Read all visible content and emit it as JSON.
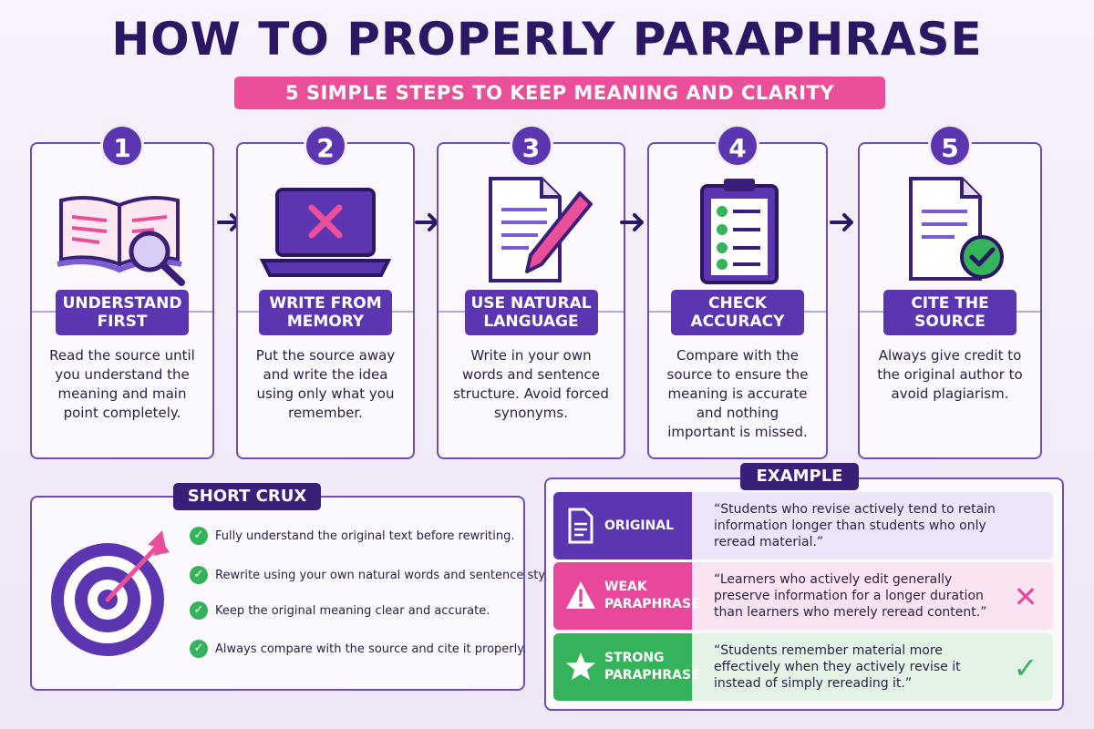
{
  "title": "HOW TO PROPERLY PARAPHRASE",
  "subtitle": "5 SIMPLE STEPS TO KEEP MEANING AND CLARITY",
  "steps": [
    {
      "number": "1",
      "label": "UNDERSTAND\nFIRST",
      "icon": "open-book-magnifier-icon",
      "desc": "Read the source until you understand the meaning and main point completely."
    },
    {
      "number": "2",
      "label": "WRITE FROM\nMEMORY",
      "icon": "laptop-x-icon",
      "desc": "Put the source away and write the idea using only what you remember."
    },
    {
      "number": "3",
      "label": "USE NATURAL\nLANGUAGE",
      "icon": "document-pencil-icon",
      "desc": "Write in your own words and sentence structure. Avoid forced synonyms."
    },
    {
      "number": "4",
      "label": "CHECK\nACCURACY",
      "icon": "clipboard-checklist-icon",
      "desc": "Compare with the source to ensure the meaning is accurate and nothing important is missed."
    },
    {
      "number": "5",
      "label": "CITE THE\nSOURCE",
      "icon": "document-check-icon",
      "desc": "Always give credit to the original author to avoid plagiarism."
    }
  ],
  "crux": {
    "title": "SHORT CRUX",
    "items": [
      "Fully understand the original text before rewriting.",
      "Rewrite using your own natural words and sentence style.",
      "Keep the original meaning clear and accurate.",
      "Always compare with the source and cite it properly."
    ]
  },
  "example": {
    "title": "EXAMPLE",
    "rows": [
      {
        "label": "ORIGINAL",
        "icon": "document-icon",
        "text": "“Students who revise actively tend to retain information longer than students who only reread material.”",
        "mark": "",
        "tag_color": "#5b36b0",
        "bg_color": "#ede6fa"
      },
      {
        "label": "WEAK\nPARAPHRASE",
        "icon": "warning-icon",
        "text": "“Learners who actively edit generally preserve information for a longer duration than learners who merely reread content.”",
        "mark": "✕",
        "tag_color": "#e8479a",
        "bg_color": "#fbe4f1"
      },
      {
        "label": "STRONG\nPARAPHRASE",
        "icon": "star-icon",
        "text": "“Students remember material more effectively when they actively revise it instead of simply rereading it.”",
        "mark": "✓",
        "tag_color": "#35b35a",
        "bg_color": "#e3f4e6"
      }
    ]
  },
  "colors": {
    "primary": "#5b36b0",
    "dark": "#3a1f78",
    "pink": "#ec4f9a",
    "green": "#35b35a"
  }
}
